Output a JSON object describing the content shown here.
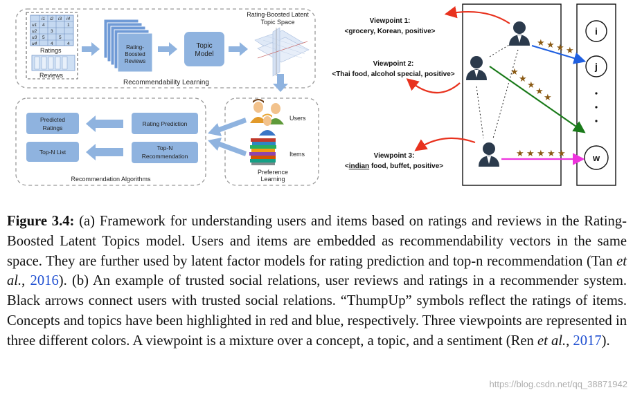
{
  "figure_a": {
    "matrix_header": [
      "i1",
      "i2",
      "i3",
      "i4"
    ],
    "matrix_rows": [
      {
        "user": "u1",
        "cells": [
          "4",
          "",
          "",
          "1"
        ]
      },
      {
        "user": "u2",
        "cells": [
          "",
          "3",
          "",
          ""
        ]
      },
      {
        "user": "u3",
        "cells": [
          "5",
          "",
          "5",
          ""
        ]
      },
      {
        "user": "u4",
        "cells": [
          "",
          "4",
          "",
          "4"
        ]
      }
    ],
    "ratings_label": "Ratings",
    "reviews_label": "Reviews",
    "boosted_reviews": "Rating-\nBoosted\nReviews",
    "topic_model": "Topic\nModel",
    "latent_space": "Rating-Boosted Latent\nTopic Space",
    "learning_label": "Recommendability Learning",
    "predicted_ratings": "Predicted\nRatings",
    "topn_list": "Top-N List",
    "rating_prediction": "Rating Prediction",
    "topn_recommendation": "Top-N\nRecommendation",
    "users_label": "Users",
    "items_label": "Items",
    "preference_learning": "Preference\nLearning",
    "algorithms_label": "Recommendation Algorithms"
  },
  "figure_b": {
    "viewpoint1_title": "Viewpoint 1:",
    "viewpoint1_text": "<grocery, Korean, positive>",
    "viewpoint2_title": "Viewpoint 2:",
    "viewpoint2_text": "<Thai food, alcohol special, positive>",
    "viewpoint3_title": "Viewpoint 3:",
    "viewpoint3_text_a": "<",
    "viewpoint3_text_underlined": "indian",
    "viewpoint3_text_b": " food, buffet, positive>",
    "items": [
      "i",
      "j",
      "w"
    ],
    "colors": {
      "viewpoint1": "#1f5fe0",
      "viewpoint2": "#1a7a1a",
      "viewpoint3": "#ee33dd",
      "concept": "#e8321e",
      "star": "#8a5a14"
    }
  },
  "caption": {
    "label": "Figure 3.4:",
    "text_1": " (a) Framework for understanding users and items based on ratings and reviews in the Rating-Boosted Latent Topics model. Users and items are embedded as recommendability vectors in the same space. They are further used by latent factor models for rating prediction and top-n recommendation (Tan ",
    "etal_1": "et al.",
    "comma_1": ", ",
    "year_1": "2016",
    "text_2": "). (b) An example of trusted social relations, user reviews and ratings in a recommender system. Black arrows connect users with trusted social relations. “ThumpUp” symbols reflect the ratings of items. Concepts and topics have been highlighted in red and blue, respectively. Three viewpoints are represented in three different colors. A viewpoint is a mixture over a concept, a topic, and a sentiment (Ren ",
    "etal_2": "et al.",
    "comma_2": ", ",
    "year_2": "2017",
    "text_3": ")."
  },
  "watermark": "https://blog.csdn.net/qq_38871942"
}
